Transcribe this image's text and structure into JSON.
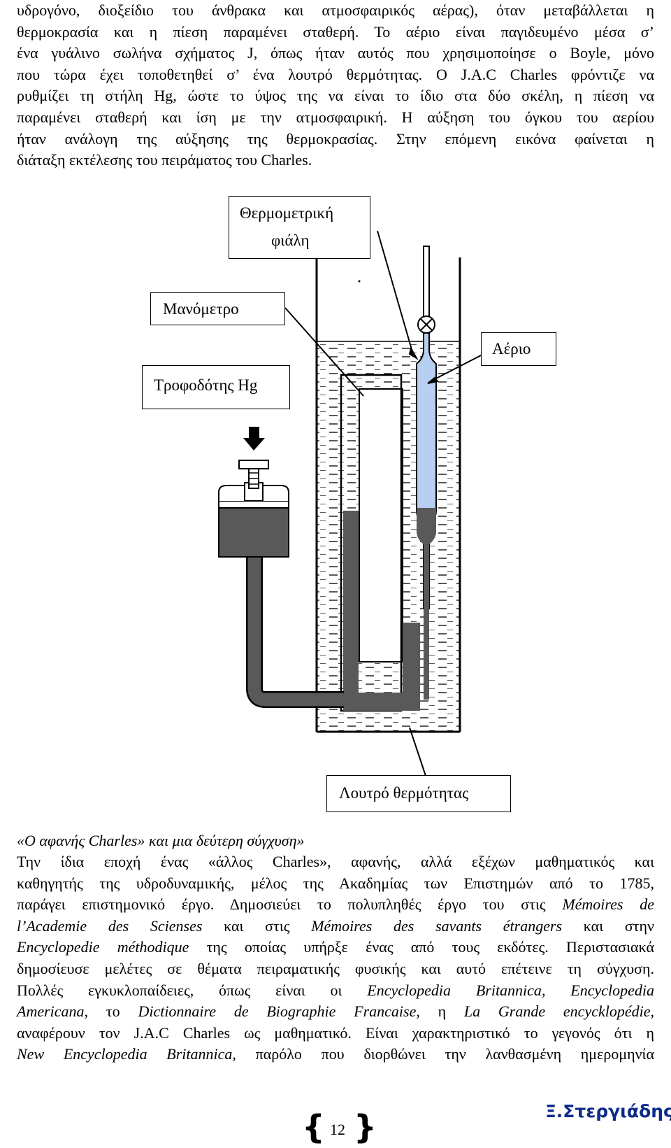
{
  "top_paragraph": [
    "υδρογόνο, διοξείδιο του άνθρακα και ατμοσφαιρικός αέρας), όταν μεταβάλλεται η",
    "θερμοκρασία και η πίεση παραμένει σταθερή. Το αέριο είναι παγιδευμένο μέσα σ’",
    "ένα γυάλινο σωλήνα σχήματος J, όπως ήταν αυτός που χρησιμοποίησε ο Boyle, μόνο",
    "που τώρα έχει τοποθετηθεί σ’ ένα λουτρό θερμότητας. Ο   J.A.C Charles φρόντιζε να",
    "ρυθμίζει τη στήλη Hg, ώστε το ύψος της να είναι το ίδιο στα δύο σκέλη, η πίεση να",
    "παραμένει σταθερή  και ίση με την ατμοσφαιρική. Η αύξηση του όγκου του αερίου",
    "ήταν ανάλογη της αύξησης της θερμοκρασίας. Στην επόμενη εικόνα φαίνεται η",
    "διάταξη εκτέλεσης του πειράματος του Charles."
  ],
  "diagram": {
    "label_flask_line1": "Θερμομετρική",
    "label_flask_line2": "φιάλη",
    "label_manometer": "Μανόμετρο",
    "label_hg_feeder": "Τροφοδότης Hg",
    "label_gas": "Αέριο",
    "label_bath": "Λουτρό θερμότητας",
    "colors": {
      "mercury": "#595959",
      "gas": "#b7cff0",
      "water": "#ffffff",
      "glass": "#000000"
    }
  },
  "section_title": "«Ο  αφανής Charles» και μια δεύτερη σύγχυση»",
  "bottom_paragraph": {
    "l1": "Την ίδια εποχή ένας «άλλος Charles», αφανής, αλλά εξέχων μαθηματικός και",
    "l2": "καθηγητής της υδροδυναμικής, μέλος της Ακαδημίας των Επιστημών από το 1785,",
    "l3a": "παράγει επιστημονικό έργο. Δημοσιεύει  το πολυπληθές έργο  του στις ",
    "l3b": "Mémoires de",
    "l4a": "l’Academie des Scienses",
    "l4b": " και στις ",
    "l4c": "Mémoires des savants étrangers",
    "l4d": " και στην",
    "l5a": "Encyclopedie méthodique",
    "l5b": " της οποίας υπήρξε ένας από τους εκδότες. Περιστασιακά",
    "l6": "δημοσίευσε μελέτες σε θέματα πειραματικής φυσικής και αυτό επέτεινε τη σύγχυση.",
    "l7a": "Πολλές εγκυκλοπαίδειες, όπως είναι   οι ",
    "l7b": "Encyclopedia Britannica",
    "l7c": ", ",
    "l7d": "Encyclopedia",
    "l8a": "Americana",
    "l8b": ", το ",
    "l8c": "Dictionnaire de Biographie Francaise,",
    "l8d": " η ",
    "l8e": "La Grande encycklopédie,",
    "l9": "αναφέρουν τον J.A.C Charles ως μαθηματικό. Είναι χαρακτηριστικό το γεγονός ότι η",
    "l10a": "New Encyclopedia Britannica,",
    "l10b": " παρόλο που διορθώνει την λανθασμένη ημερομηνία"
  },
  "footer": {
    "page_number": "12",
    "author": "Ξ.Στεργιάδης"
  }
}
